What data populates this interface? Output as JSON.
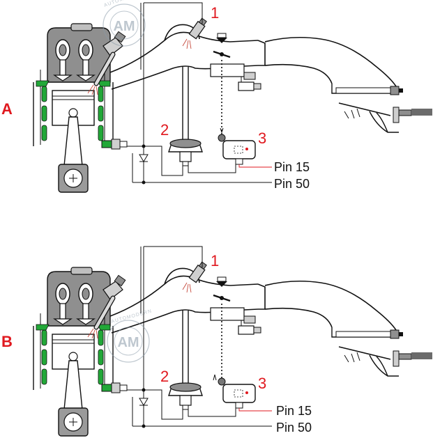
{
  "panels": [
    {
      "letter": "A",
      "callouts": [
        "1",
        "2",
        "3"
      ],
      "pins": [
        "Pin 15",
        "Pin 50"
      ]
    },
    {
      "letter": "B",
      "callouts": [
        "1",
        "2",
        "3"
      ],
      "pins": [
        "Pin 15",
        "Pin 50"
      ]
    }
  ],
  "watermark": {
    "logo_text": "AM",
    "ring_text": "AUTOMODERN"
  },
  "colors": {
    "accent_red": "#e0191f",
    "green": "#22a838",
    "engine_gray": "#8f8f8f",
    "line": "#111111"
  }
}
